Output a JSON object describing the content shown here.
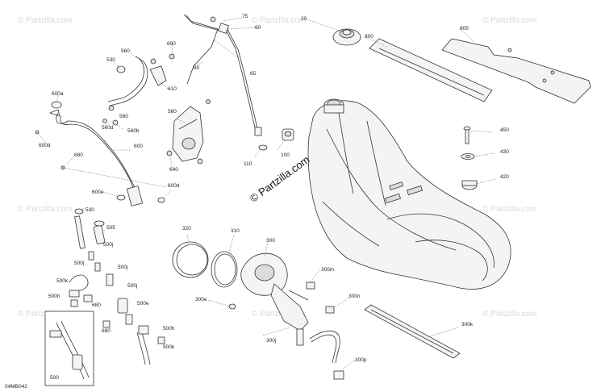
{
  "diagram": {
    "code": "04MB042",
    "brand_text": "© Partzilla.com",
    "watermark_text": "© Partzilla.com",
    "callouts": {
      "c75": "75",
      "c60": "60",
      "c20": "20",
      "c800": "800",
      "c805": "805",
      "c690": "690",
      "c530top": "530",
      "c560": "560",
      "c80": "80",
      "c65": "65",
      "c610": "610",
      "c600a": "600a",
      "c560d": "560d",
      "c560b": "560b",
      "c600d": "600d",
      "c680top": "680",
      "c600": "600",
      "c640": "640",
      "c110": "110",
      "c100": "100",
      "c450": "450",
      "c430": "430",
      "c420": "420",
      "c600e": "600e",
      "c600dd": "600d",
      "c530mid": "530",
      "c505": "505",
      "c500j1": "500j",
      "c320": "320",
      "c310": "310",
      "c300": "300",
      "c500j2": "500j",
      "c500j3": "500j",
      "c500k1": "500k",
      "c500j4": "500j",
      "c500h": "500h",
      "c680mid": "680",
      "c500e": "500e",
      "c300m": "300m",
      "c300e": "300e",
      "c300n": "300n",
      "c300k": "300k",
      "c680low": "680",
      "c500h2": "500h",
      "c500k2": "500k",
      "c300j": "300j",
      "c300p": "300p",
      "c500": "500"
    }
  }
}
